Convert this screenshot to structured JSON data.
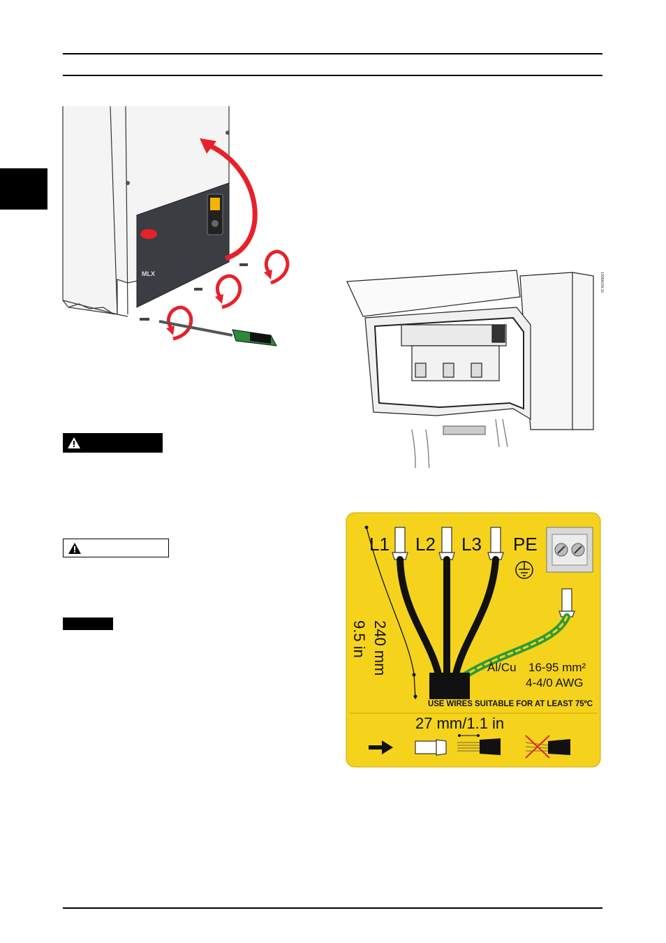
{
  "header": {
    "top_rule": "",
    "second_rule": ""
  },
  "figures": {
    "inverter_cover_removal": {
      "front_badge": "MLX"
    },
    "terminal_compartment": {
      "figure_code": "130BA036.10"
    },
    "wiring_label": {
      "terminals": [
        "L1",
        "L2",
        "L3",
        "PE"
      ],
      "length_mm": "240  mm",
      "length_in": "9.5 in",
      "material": "Al/Cu",
      "cross_section": "16-95 mm²",
      "awg": "4-4/0 AWG",
      "temperature_note": "USE WIRES SUITABLE FOR AT LEAST 75ºC",
      "strip_length": "27 mm/1.1 in",
      "background_color": "#f5d31c"
    }
  },
  "labels": {
    "danger_label": "",
    "warning_label": "",
    "notice_label": ""
  },
  "colors": {
    "arrow_red": "#e8202a",
    "label_yellow": "#f5d31c",
    "pe_green": "#2e9a3a"
  }
}
